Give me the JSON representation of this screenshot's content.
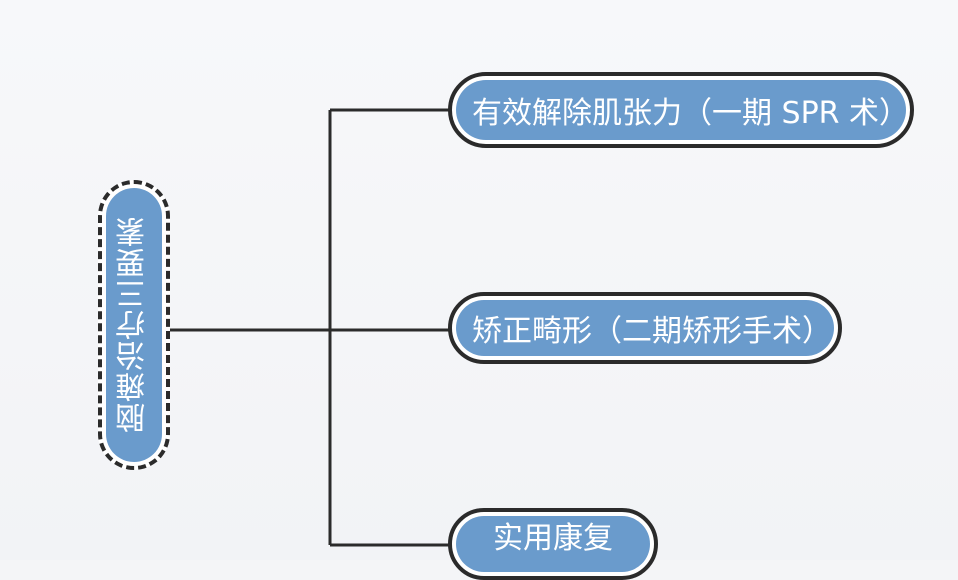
{
  "diagram": {
    "root": {
      "label": "脑瘫治疗三要素"
    },
    "branches": [
      {
        "label": "有效解除肌张力（一期 SPR 术）"
      },
      {
        "label": "矫正畸形（二期矫形手术）"
      },
      {
        "label": "实用康复"
      }
    ]
  },
  "colors": {
    "node_fill": "#6a9bcc",
    "node_text": "#ffffff",
    "outline": "#2b2b2b",
    "background": "#f4f5f7"
  }
}
